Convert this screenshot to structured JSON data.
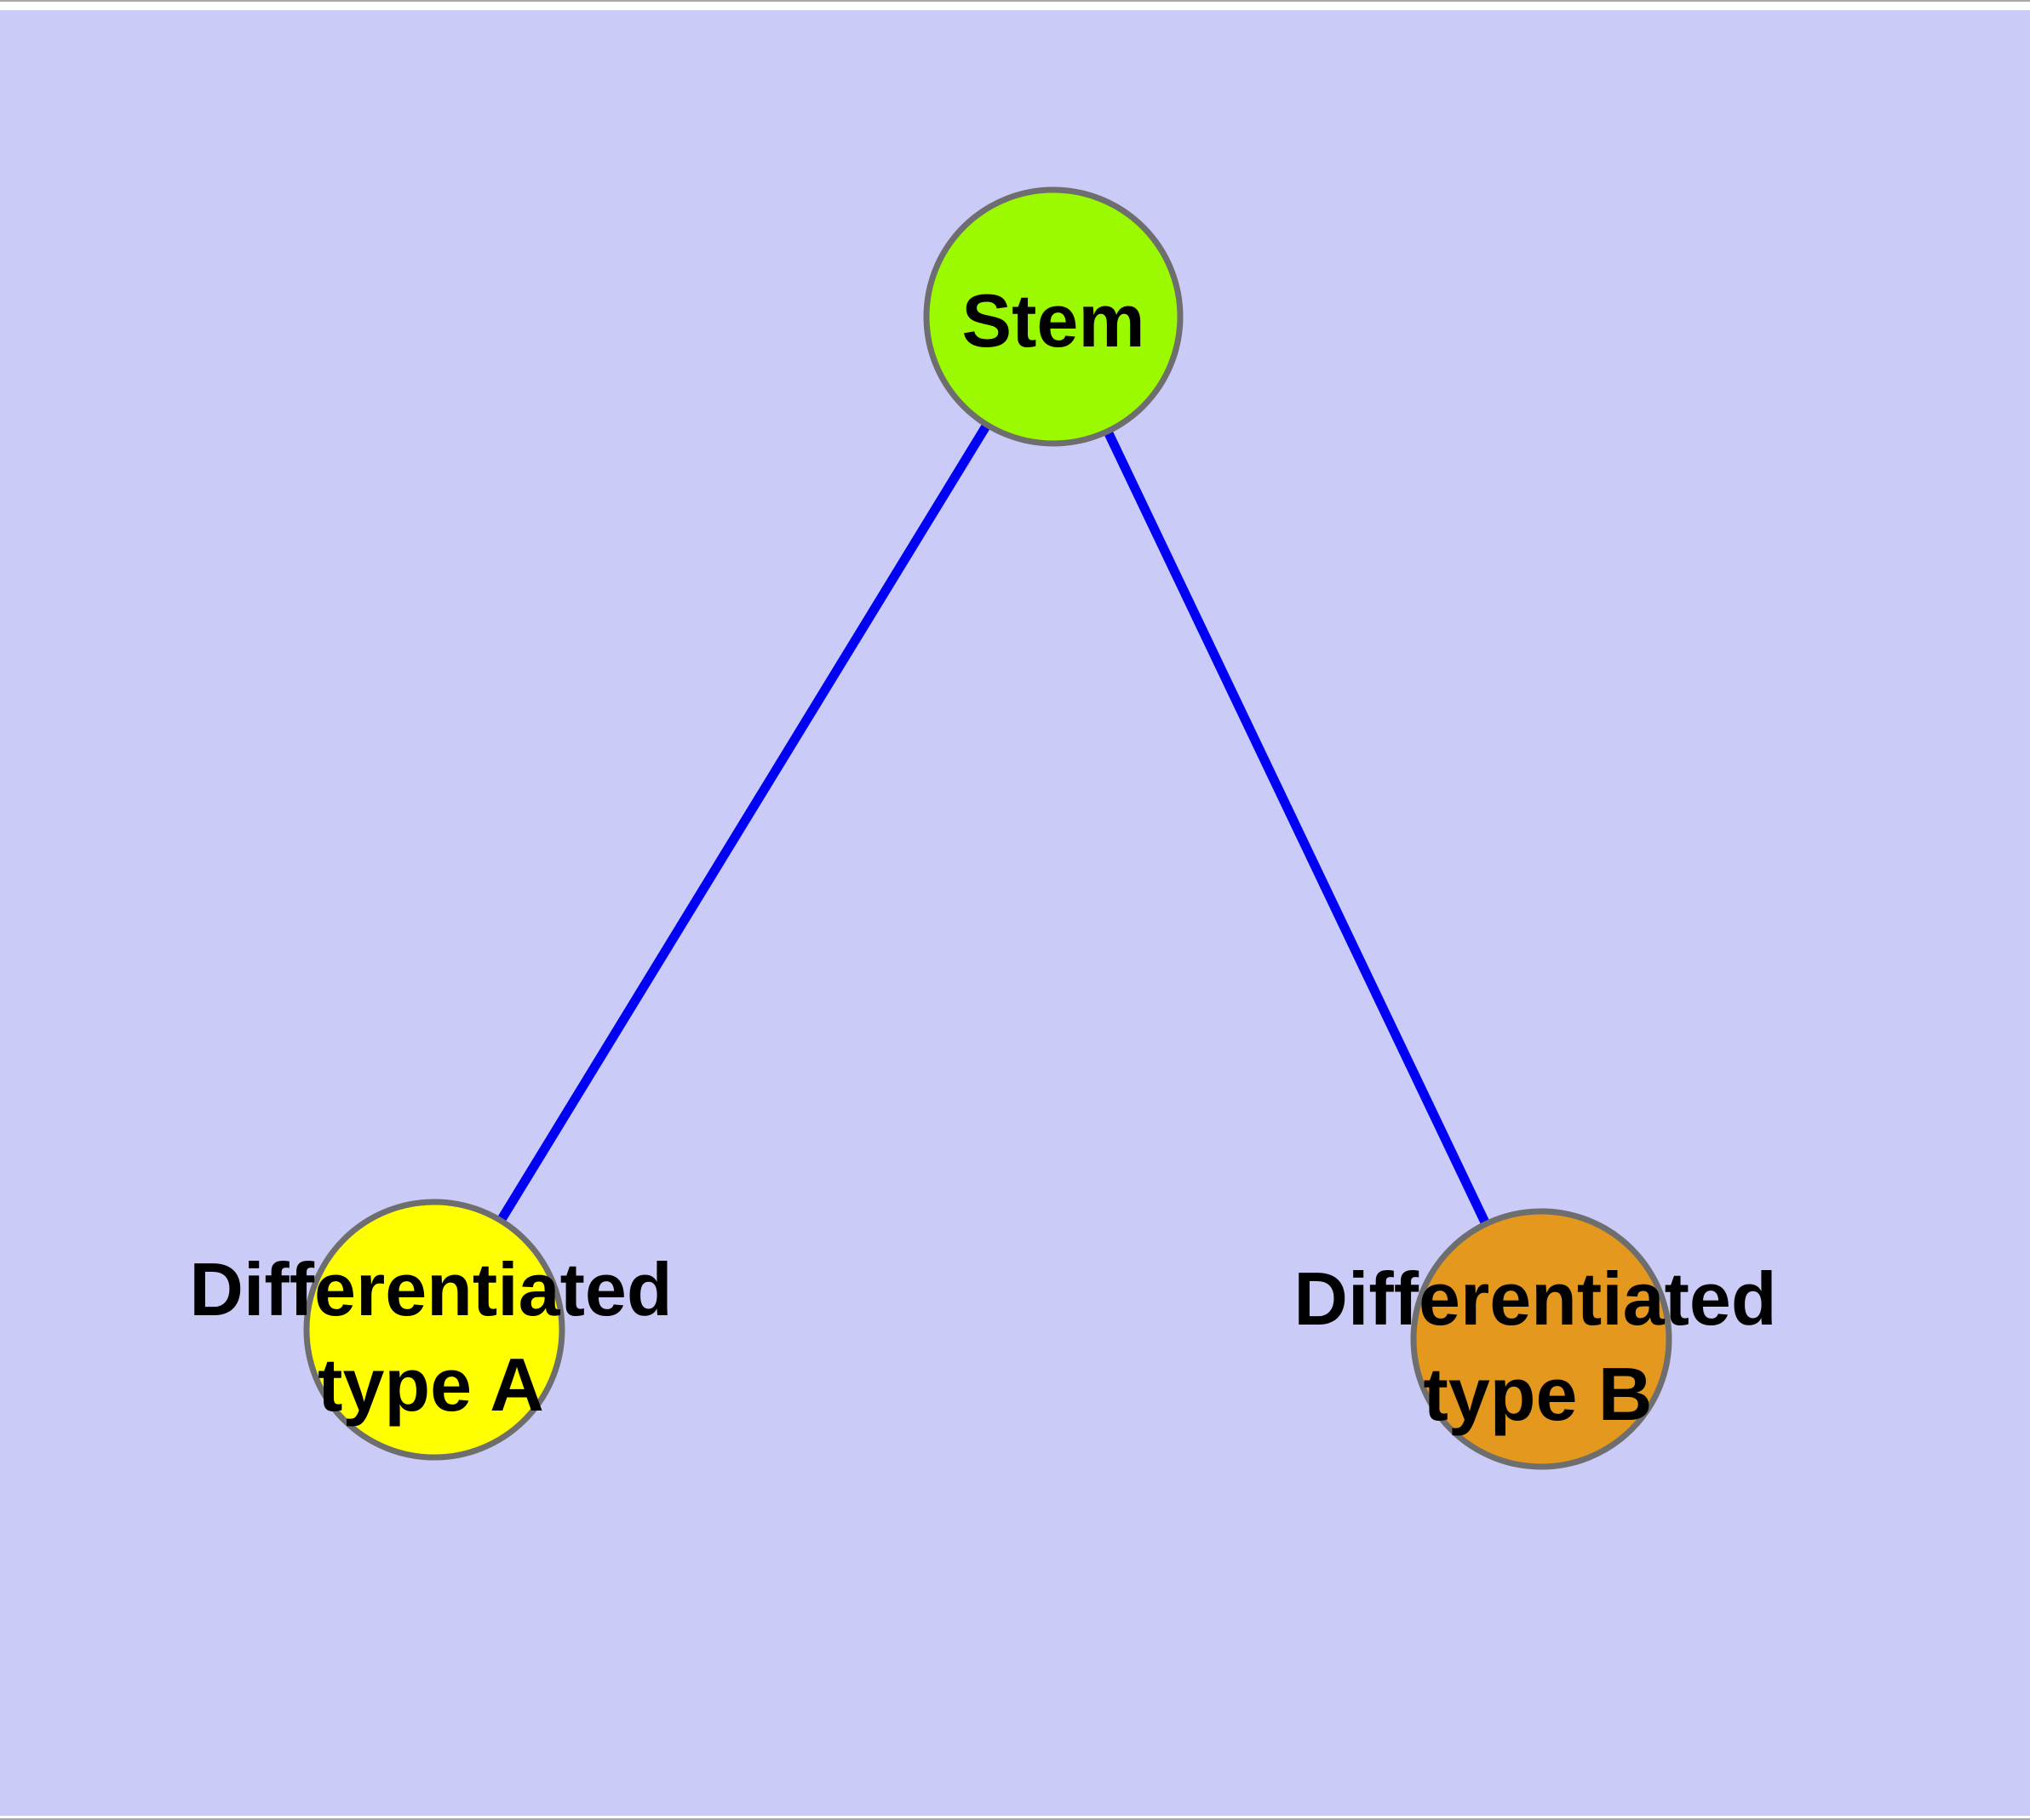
{
  "canvas": {
    "page_color": "#ffffff",
    "background_color": "#cbcbf8",
    "hairline_color": "#8a8a8a"
  },
  "nodes": {
    "stem": {
      "label": "Stem",
      "fill": "#9bf900",
      "border": "#6e6e6e"
    },
    "type_a": {
      "label_line1": "Differentiated",
      "label_line2": "type A",
      "fill": "#ffff00",
      "border": "#6e6e6e"
    },
    "type_b": {
      "label_line1": "Differentiated",
      "label_line2": "type B",
      "fill": "#e4981e",
      "border": "#6e6e6e"
    }
  },
  "edges": {
    "color": "#0000f5",
    "stem_to_type_a": {
      "from": "Stem",
      "to": "Differentiated type A"
    },
    "stem_to_type_b": {
      "from": "Stem",
      "to": "Differentiated type B"
    }
  }
}
